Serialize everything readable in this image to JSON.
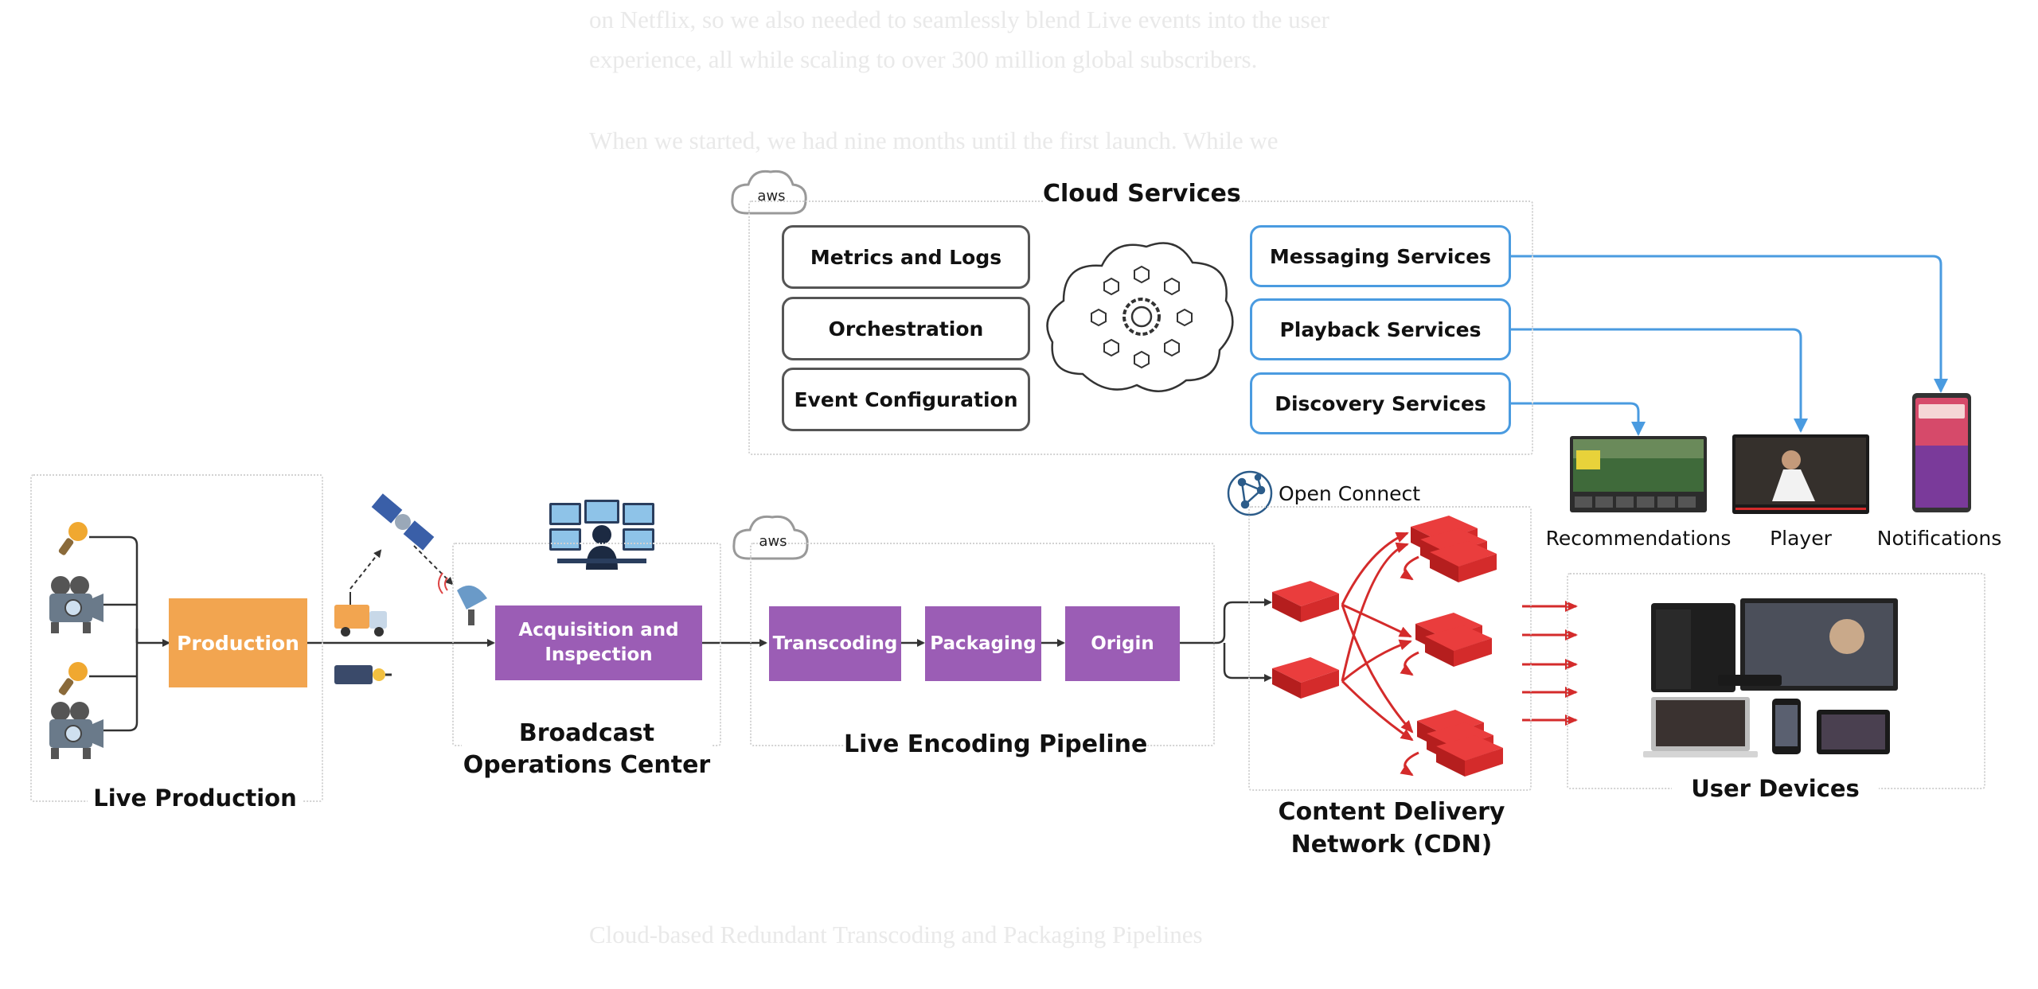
{
  "background_text": {
    "line1": "on Netflix, so we also needed to seamlessly blend Live events into the user",
    "line2": "experience, all while scaling to over 300 million global subscribers.",
    "line3": "When we started, we had nine months until the first launch. While we",
    "caption": "Cloud-based Redundant Transcoding and Packaging Pipelines"
  },
  "cloud_services": {
    "badge": "aws",
    "title": "Cloud Services",
    "left_boxes": [
      "Metrics and Logs",
      "Orchestration",
      "Event Configuration"
    ],
    "right_boxes": [
      "Messaging Services",
      "Playback Services",
      "Discovery Services"
    ]
  },
  "live_production": {
    "title": "Live Production",
    "production_label": "Production"
  },
  "boc": {
    "title_line1": "Broadcast",
    "title_line2": "Operations Center",
    "box_line1": "Acquisition and",
    "box_line2": "Inspection"
  },
  "encoding": {
    "badge": "aws",
    "title": "Live Encoding Pipeline",
    "steps": [
      "Transcoding",
      "Packaging",
      "Origin"
    ]
  },
  "cdn": {
    "open_connect": "Open Connect",
    "title_line1": "Content Delivery",
    "title_line2": "Network (CDN)"
  },
  "devices": {
    "title": "User Devices",
    "previews": [
      "Recommendations",
      "Player",
      "Notifications"
    ]
  },
  "colors": {
    "purple": "#9b5db5",
    "orange": "#f2a550",
    "blue_arrows": "#4a9be0",
    "cdn_red": "#d42b2b",
    "dark_arrows": "#333333"
  }
}
